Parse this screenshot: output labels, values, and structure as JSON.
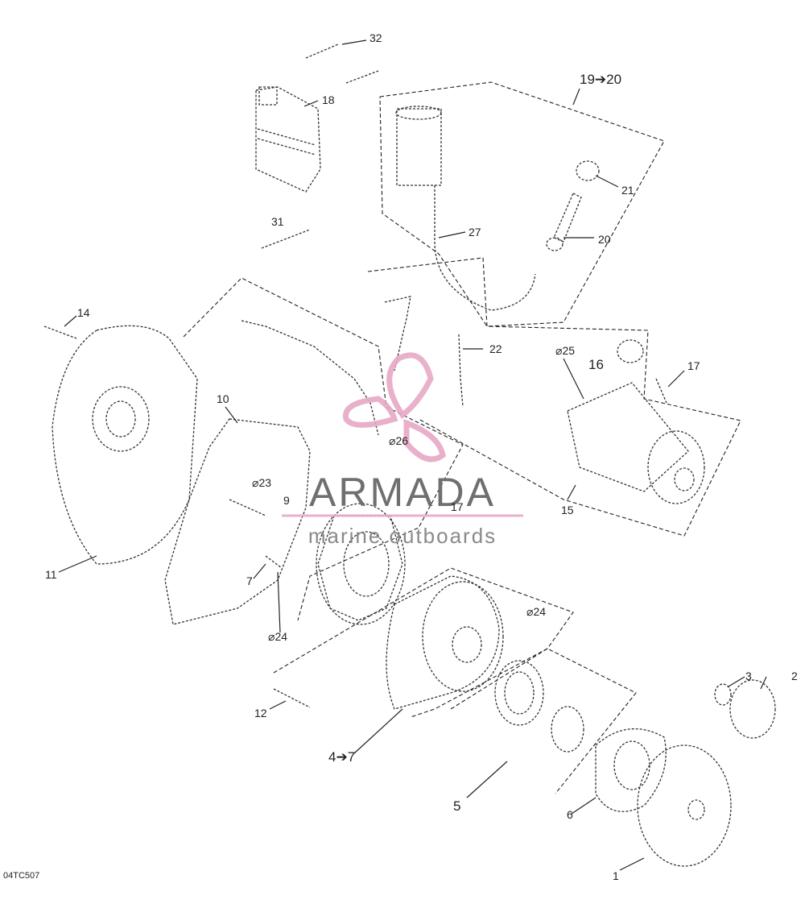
{
  "diagram": {
    "reference_code": "04TC507",
    "watermark": {
      "brand": "ARMADA",
      "tagline": "marine outboards",
      "accent_color": "#e7a8c6"
    },
    "part_labels": {
      "p1": "1",
      "p2": "2",
      "p3": "3",
      "p4_7": "4➔7",
      "p5": "5",
      "p6": "6",
      "p7": "7",
      "p9": "9",
      "p10": "10",
      "p11": "11",
      "p12": "12",
      "p14": "14",
      "p15": "15",
      "p16": "16",
      "p17": "17",
      "p17b": "17",
      "p18": "18",
      "p19_20": "19➔20",
      "p20": "20",
      "p21": "21",
      "p22": "22",
      "p23": "23",
      "p24a": "24",
      "p24b": "24",
      "p25": "25",
      "p26": "26",
      "p27": "27",
      "p31": "31",
      "p32": "32"
    }
  }
}
